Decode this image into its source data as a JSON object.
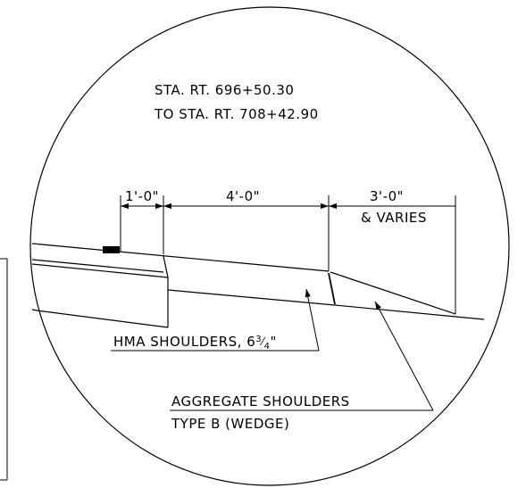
{
  "station": {
    "line1": "STA. RT. 696+50.30",
    "line2": "TO STA. RT. 708+42.90"
  },
  "dimensions": {
    "dim_a": "1'-0\"",
    "dim_b": "4'-0\"",
    "dim_c": "3'-0\"",
    "dim_c_note": "& VARIES"
  },
  "labels": {
    "hma": "HMA SHOULDERS, 6",
    "hma_frac_num": "3",
    "hma_frac_den": "4",
    "hma_suffix": "\"",
    "aggregate_line1": "AGGREGATE SHOULDERS",
    "aggregate_line2": "TYPE B (WEDGE)"
  },
  "colors": {
    "ink": "#000000",
    "background": "#ffffff"
  }
}
